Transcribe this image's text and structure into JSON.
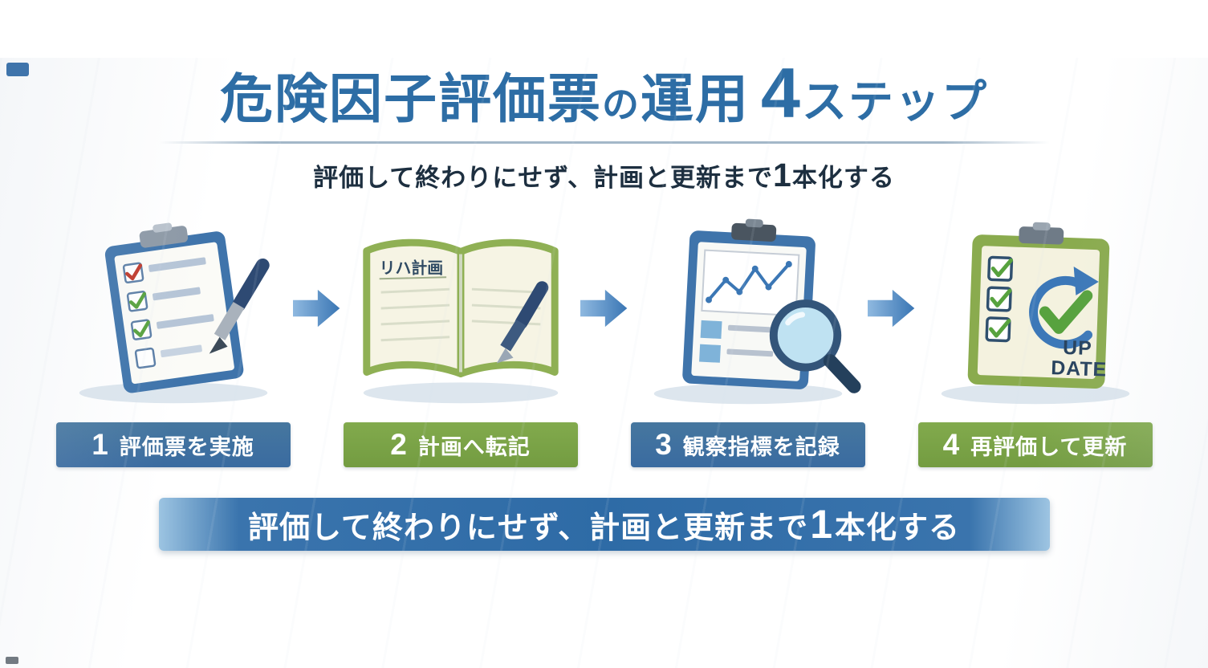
{
  "title": {
    "main": "危険因子評価票",
    "particle": "の",
    "tail": "運用",
    "number": "4",
    "suffix": "ステップ"
  },
  "subtitle": {
    "pre": "評価して終わりにせず、計画と更新まで",
    "big": "1",
    "post": "本化する"
  },
  "steps": [
    {
      "num": "1",
      "label": "評価票を実施",
      "color": "#3d6fa5",
      "icon": "clipboard-checklist-icon"
    },
    {
      "num": "2",
      "label": "計画へ転記",
      "color": "#79a245",
      "icon": "notebook-plan-icon"
    },
    {
      "num": "3",
      "label": "観察指標を記録",
      "color": "#3d6fa5",
      "icon": "clipboard-chart-magnifier-icon"
    },
    {
      "num": "4",
      "label": "再評価して更新",
      "color": "#79a245",
      "icon": "clipboard-update-icon"
    }
  ],
  "illustrations": {
    "notebook_title": "リハ計画",
    "update_top": "UP",
    "update_bottom": "DATE"
  },
  "banner": {
    "pre": "評価して終わりにせず、計画と更新まで",
    "big": "1",
    "post": "本化する"
  },
  "icons": [
    "clipboard-checklist-icon",
    "pen-icon",
    "notebook-plan-icon",
    "clipboard-chart-magnifier-icon",
    "magnifier-icon",
    "clipboard-update-icon",
    "refresh-arrow-icon",
    "arrow-right-icon"
  ],
  "colors": {
    "title_blue": "#2d6da5",
    "step_blue": "#3d6fa5",
    "step_green": "#79a245",
    "banner_blue": "#2e6ba6",
    "arrow_light": "#8fb9e0",
    "arrow_dark": "#3a76b4",
    "check_green": "#57a23e",
    "check_red": "#c0392b"
  }
}
